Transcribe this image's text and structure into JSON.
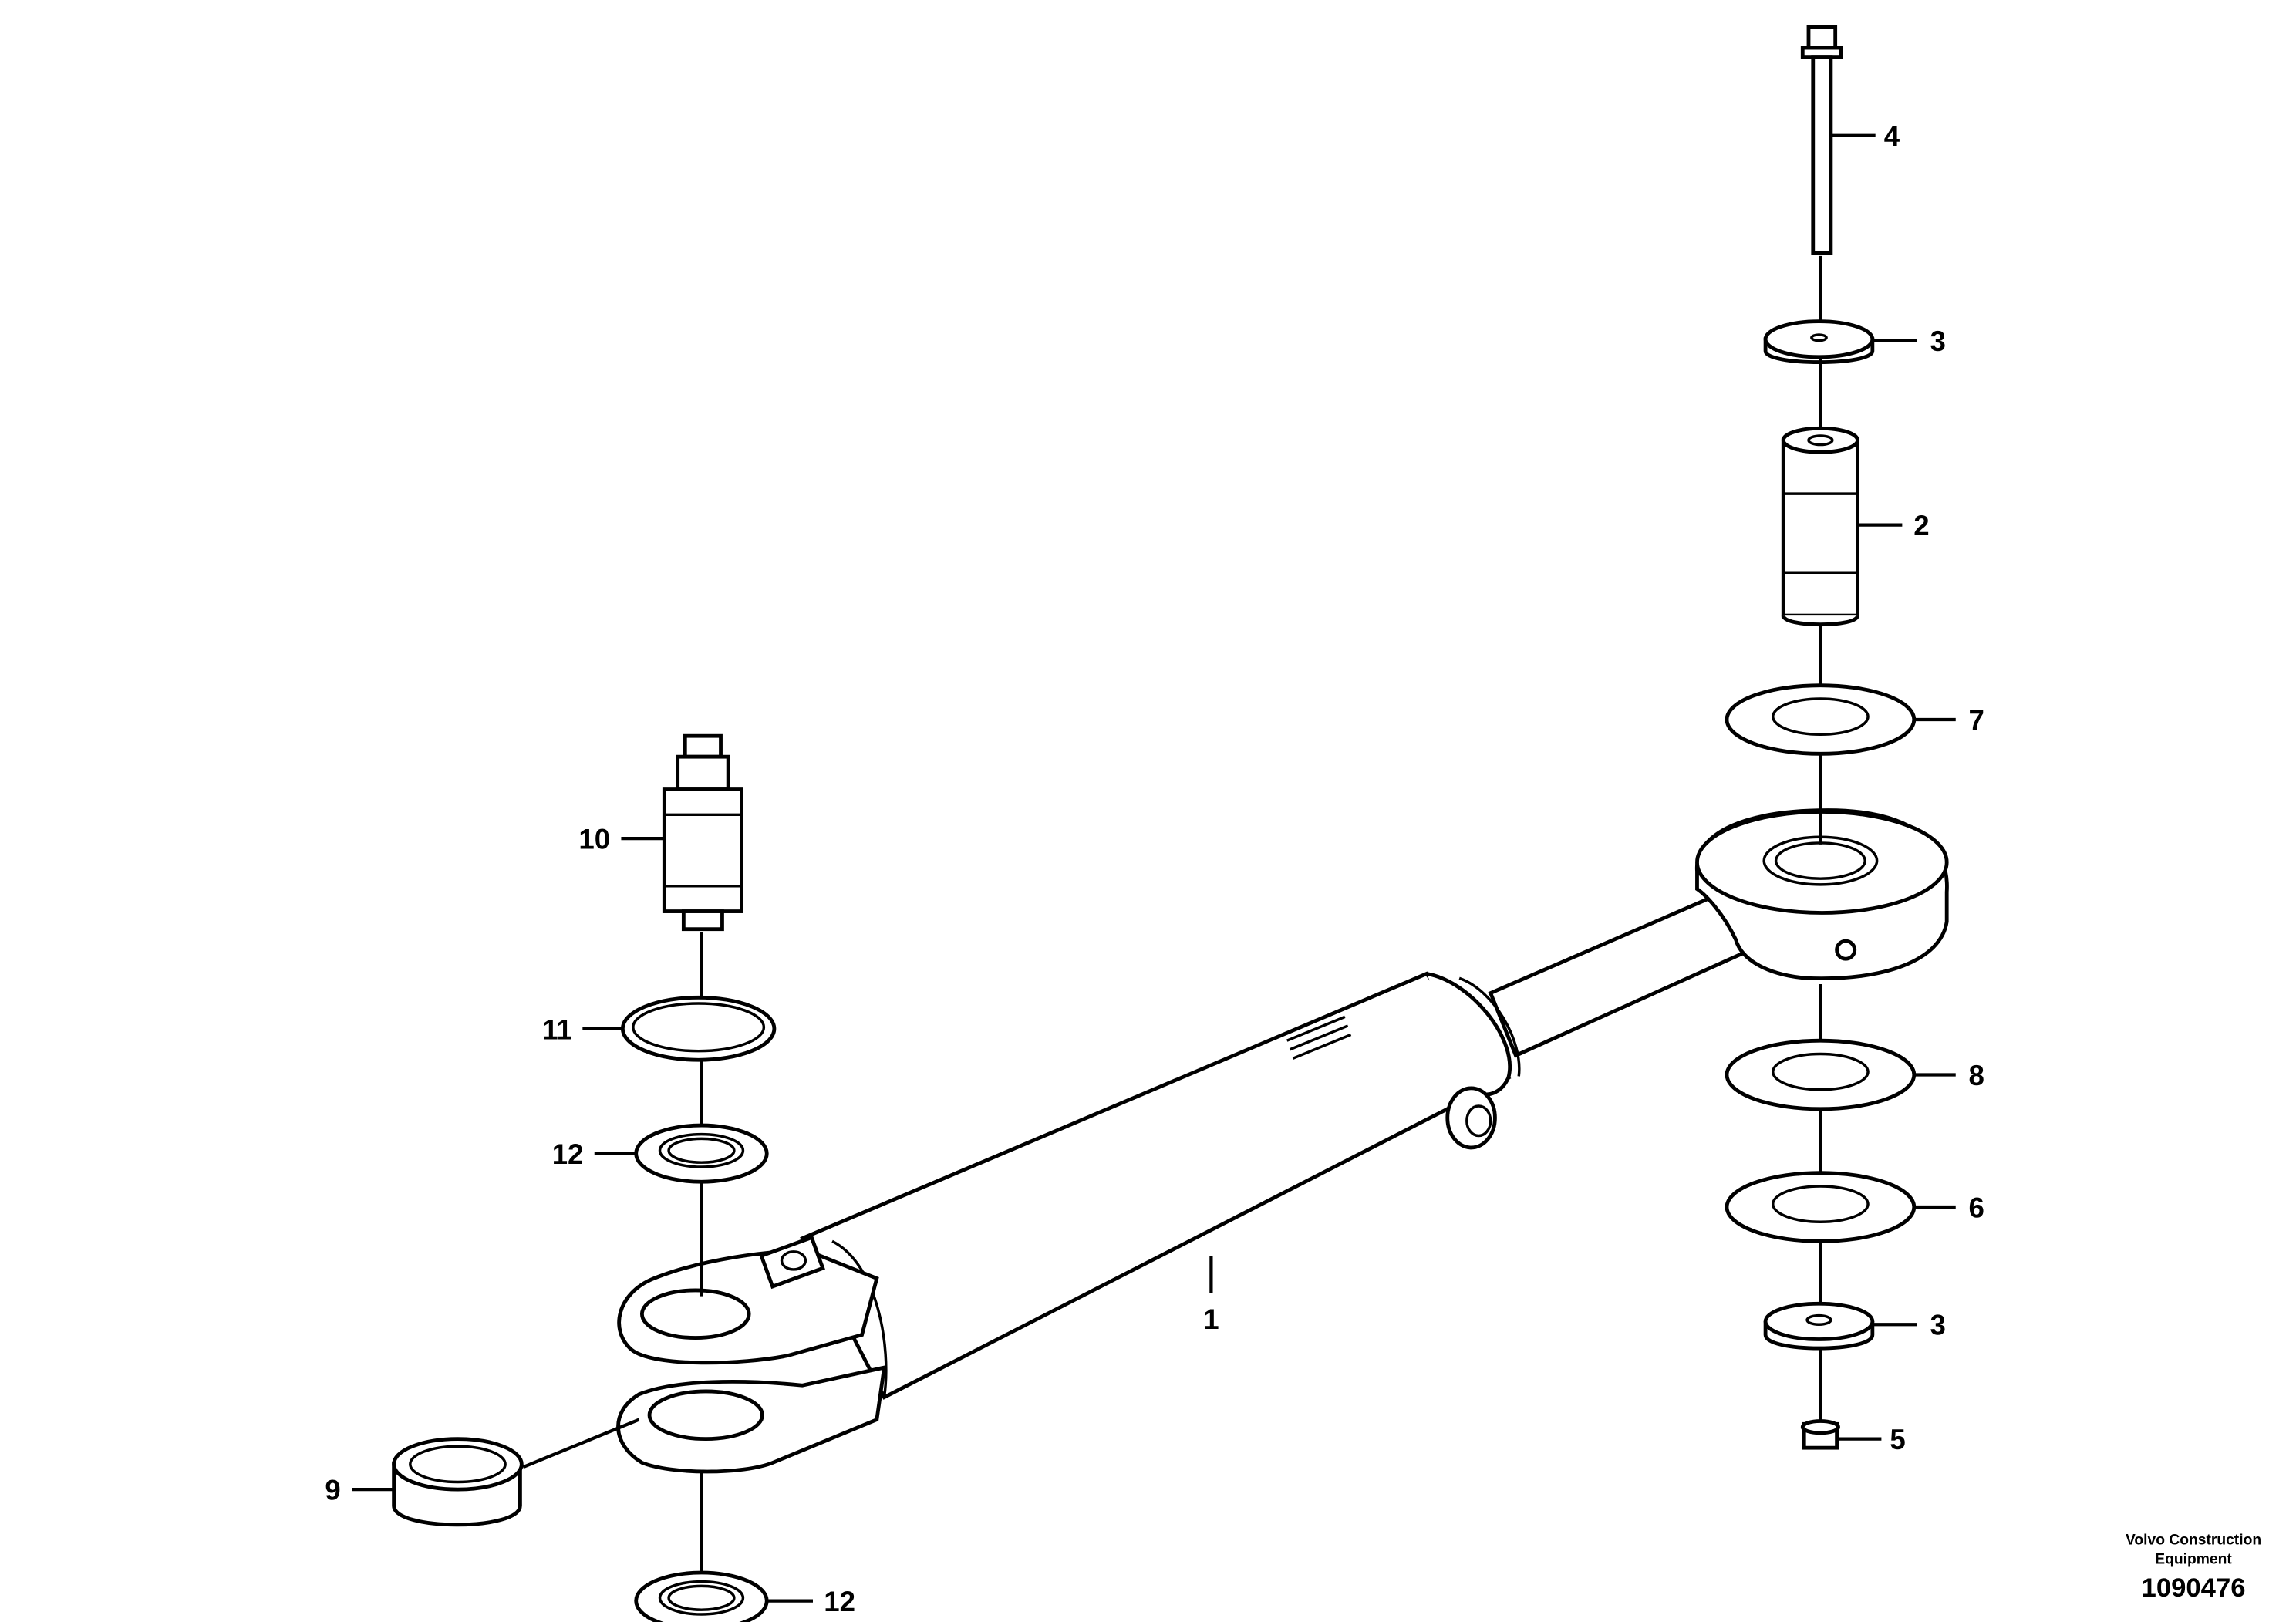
{
  "diagram": {
    "callouts": {
      "c1": "1",
      "c2": "2",
      "c3_top": "3",
      "c3_bottom": "3",
      "c4": "4",
      "c5": "5",
      "c6": "6",
      "c7": "7",
      "c8": "8",
      "c9": "9",
      "c10": "10",
      "c11": "11",
      "c12_top": "12",
      "c12_bottom": "12"
    },
    "credit_line1": "Volvo Construction",
    "credit_line2": "Equipment",
    "document_number": "1090476"
  }
}
